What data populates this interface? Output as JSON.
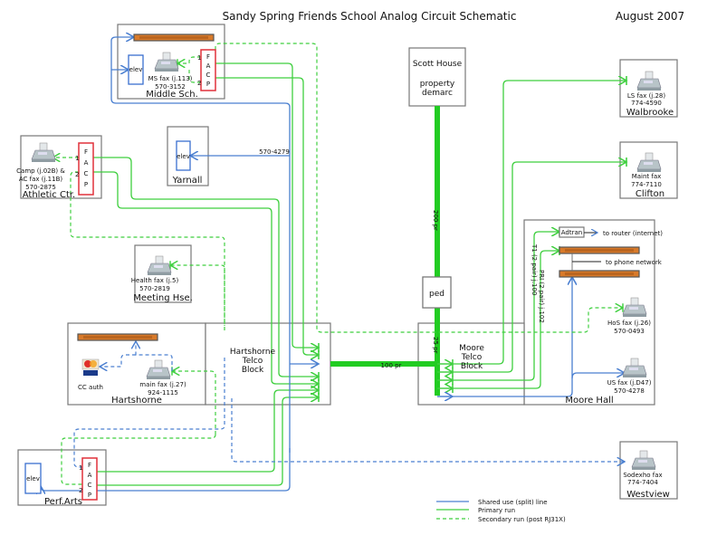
{
  "title": "Sandy Spring Friends School Analog Circuit Schematic",
  "date": "August 2007",
  "buildings": {
    "middle_school": {
      "name": "Middle Sch.",
      "elev": "elev",
      "fax": "MS fax (j.113)",
      "number": "570-3152",
      "facp": [
        "F",
        "A",
        "C",
        "P"
      ],
      "port1": "1",
      "port2": "2"
    },
    "yarnall": {
      "name": "Yarnall",
      "elev": "elev",
      "number": "570-4279"
    },
    "athletic": {
      "name": "Athletic Ctr.",
      "fax_lines": [
        "Camp (j.02B) &",
        "AC fax (j.11B)",
        "570-2875"
      ],
      "facp": [
        "F",
        "A",
        "C",
        "P"
      ],
      "port1": "1",
      "port2": "2"
    },
    "scott_house": {
      "lines": [
        "Scott House",
        "property",
        "demarc"
      ]
    },
    "walbrooke": {
      "name": "Walbrooke",
      "fax": "LS fax (j.28)",
      "number": "774-4590"
    },
    "clifton": {
      "name": "Clifton",
      "fax": "Maint fax",
      "number": "774-7110"
    },
    "meeting": {
      "name": "Meeting Hse.",
      "fax": "Health fax (j.5)",
      "number": "570-2819"
    },
    "hartshorne": {
      "name": "Hartshorne",
      "cc": "CC auth",
      "fax": "main fax (j.27)",
      "number": "924-1115"
    },
    "hartshorne_telco": {
      "lines": [
        "Hartshorne",
        "Telco",
        "Block"
      ]
    },
    "moore_telco": {
      "lines": [
        "Moore",
        "Telco",
        "Block"
      ]
    },
    "moore_hall": {
      "name": "Moore Hall",
      "adtran": "Adtran",
      "to_router": "to router (internet)",
      "to_phone": "to phone network",
      "t1": "T1 (2 pair) j.100",
      "pri": "PRI (2 pair) j.102",
      "hos_fax": "HoS fax (j.26)",
      "hos_number": "570-0493",
      "us_fax": "US fax (j.D47)",
      "us_number": "570-4278"
    },
    "perf_arts": {
      "name": "Perf.Arts",
      "elev": "elev",
      "facp": [
        "F",
        "A",
        "C",
        "P"
      ],
      "port1": "1",
      "port2": "2"
    },
    "westview": {
      "name": "Westview",
      "fax": "Sodexho fax",
      "number": "774-7404"
    },
    "ped": "ped"
  },
  "cables": {
    "c200": "200 pr",
    "c100": "100 pr",
    "c25": "25 pr"
  },
  "legend": [
    {
      "label": "Shared use (split) line",
      "color": "#4a7fd0",
      "style": "solid"
    },
    {
      "label": "Primary run",
      "color": "#3fcf3f",
      "style": "solid"
    },
    {
      "label": "Secondary run (post RJ31X)",
      "color": "#3fcf3f",
      "style": "dashed"
    }
  ]
}
